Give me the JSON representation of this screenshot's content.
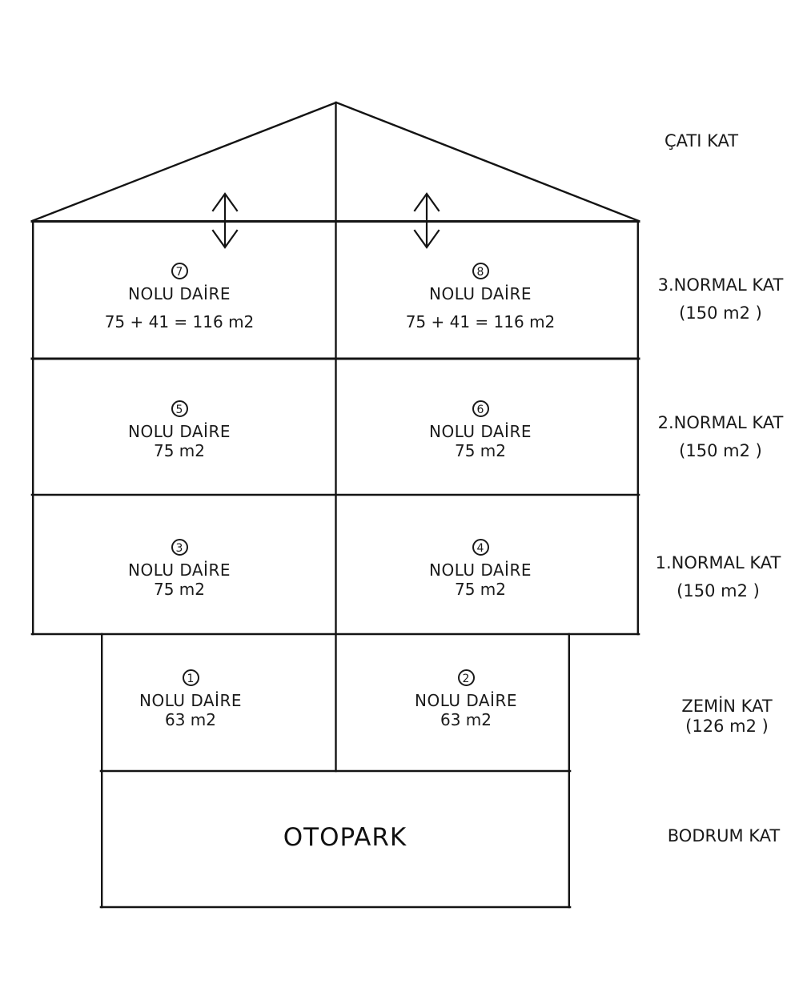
{
  "diagram": {
    "apartments": [
      {
        "number": "7",
        "label": "NOLU DAİRE",
        "area": "75 + 41 = 116 m2"
      },
      {
        "number": "8",
        "label": "NOLU DAİRE",
        "area": "75 + 41 = 116 m2"
      },
      {
        "number": "5",
        "label": "NOLU DAİRE",
        "area": "75 m2"
      },
      {
        "number": "6",
        "label": "NOLU DAİRE",
        "area": "75 m2"
      },
      {
        "number": "3",
        "label": "NOLU DAİRE",
        "area": "75 m2"
      },
      {
        "number": "4",
        "label": "NOLU DAİRE",
        "area": "75 m2"
      },
      {
        "number": "1",
        "label": "NOLU DAİRE",
        "area": "63 m2"
      },
      {
        "number": "2",
        "label": "NOLU DAİRE",
        "area": "63 m2"
      }
    ],
    "floor_labels": [
      {
        "name": "ÇATI KAT",
        "area": ""
      },
      {
        "name": "3.NORMAL KAT",
        "area": "(150 m2 )"
      },
      {
        "name": "2.NORMAL KAT",
        "area": "(150 m2 )"
      },
      {
        "name": "1.NORMAL KAT",
        "area": "(150 m2 )"
      },
      {
        "name": "ZEMİN KAT",
        "area": "(126 m2 )"
      },
      {
        "name": "BODRUM KAT",
        "area": ""
      }
    ],
    "basement_area_label": "OTOPARK",
    "colors": {
      "line": "#141414",
      "text": "#1a1a1a",
      "background": "#ffffff"
    }
  }
}
